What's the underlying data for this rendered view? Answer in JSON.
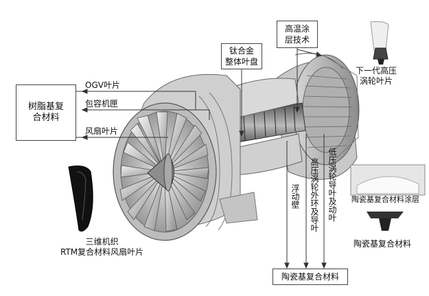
{
  "boxes": {
    "resin": "树脂基复\n合材料",
    "titanium": "钛合金\n整体叶盘",
    "coating_tech": "高温涂\n层技术",
    "ceramic_bottom": "陶瓷基复合材料"
  },
  "labels": {
    "ogv": "OGV叶片",
    "containment": "包容机匣",
    "fan_blade": "风扇叶片",
    "next_gen": "下一代高压\n涡轮叶片",
    "rtm": "三维机织\nRTM复合材料风扇叶片",
    "ceramic_coating": "陶瓷基复合材料涂层",
    "ceramic_right": "陶瓷基复合材料"
  },
  "vertical_labels": {
    "floating_wall": "浮动壁",
    "hp_turbine": "高压涡轮外环及导叶",
    "lp_turbine": "低压涡轮导叶及动叶"
  }
}
